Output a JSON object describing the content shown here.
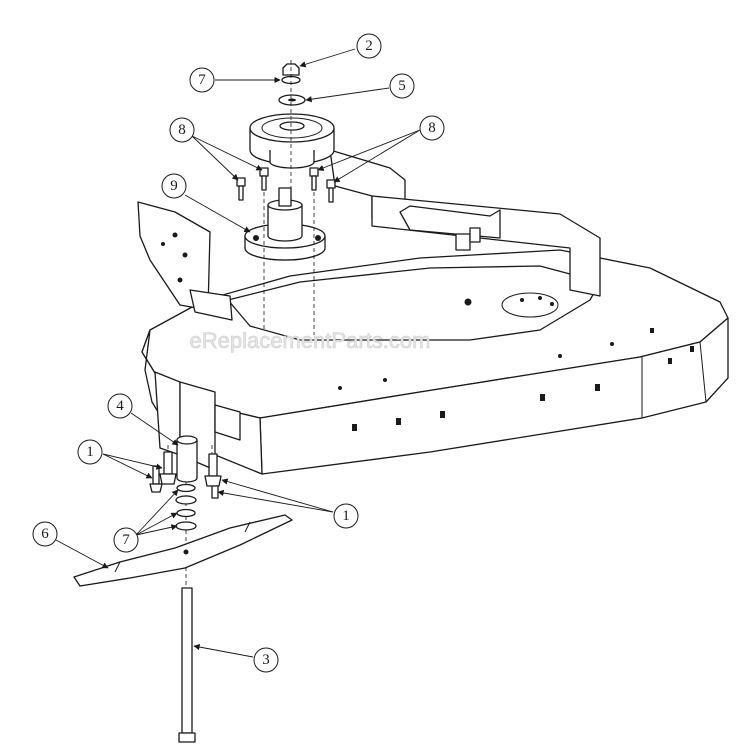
{
  "watermark": "eReplacementParts.com",
  "callouts": {
    "c2": "2",
    "c7_top": "7",
    "c5": "5",
    "c8_left": "8",
    "c8_right": "8",
    "c9": "9",
    "c4": "4",
    "c1_left": "1",
    "c1_right": "1",
    "c7_bottom": "7",
    "c6": "6",
    "c3": "3"
  }
}
